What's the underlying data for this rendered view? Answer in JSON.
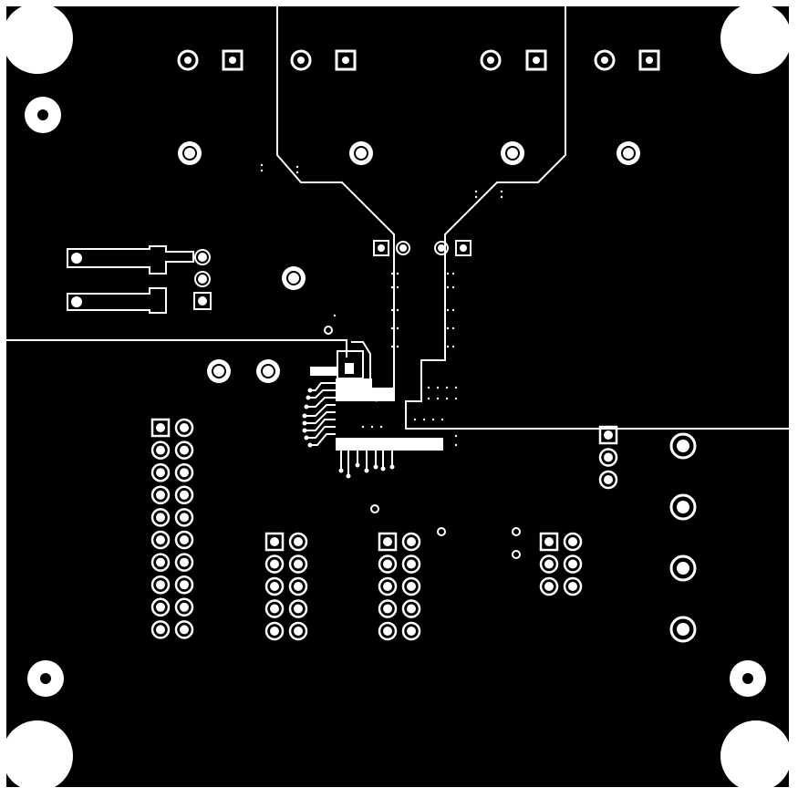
{
  "view": {
    "type": "pcb-copper-layer",
    "colors": {
      "copper": "#000000",
      "clearance": "#ffffff",
      "board_outline": "#ffffff"
    },
    "features": {
      "mounting_holes": 4,
      "tooling_holes": 4,
      "large_vias": 12,
      "square_pad_pairs_top": 4,
      "header_2x10": 1,
      "header_2x5": 2,
      "header_2x3": 1,
      "header_1x3": 1,
      "large_pads_right": 4,
      "ic_footprint": 1
    }
  }
}
